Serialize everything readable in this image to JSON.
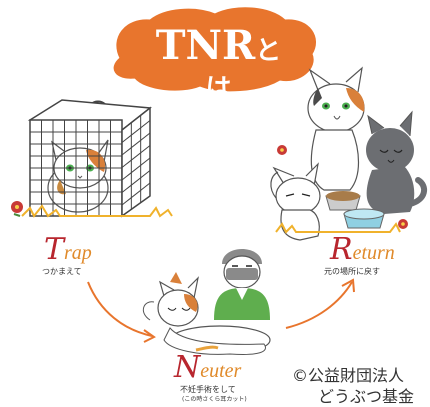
{
  "title": {
    "main": "TNR",
    "suffix": "とは",
    "bubble_color": "#e8752d"
  },
  "steps": [
    {
      "initial": "T",
      "rest": "rap",
      "desc": "つかまえて",
      "note": ""
    },
    {
      "initial": "N",
      "rest": "euter",
      "desc": "不妊手術をして",
      "note": "(この時さくら耳カット)"
    },
    {
      "initial": "R",
      "rest": "eturn",
      "desc": "元の場所に戻す",
      "note": ""
    }
  ],
  "credit": {
    "line1": "©公益財団法人",
    "line2": "どうぶつ基金"
  },
  "colors": {
    "initial": "#b8262e",
    "rest": "#e08a2a",
    "arrow": "#e8752d",
    "cage": "#444444",
    "grass": "#f0b22c"
  },
  "icons": [
    "cage-icon",
    "cat-icon",
    "vet-icon",
    "food-bowl-icon",
    "water-bowl-icon",
    "flower-icon"
  ]
}
